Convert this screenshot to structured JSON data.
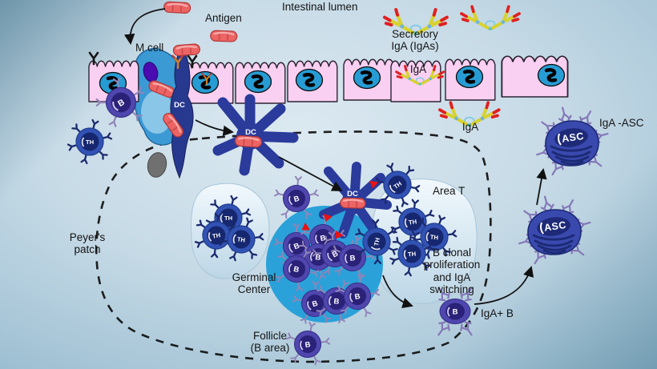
{
  "labels": {
    "intestinal_lumen": "Intestinal lumen",
    "antigen": "Antigen",
    "m_cell": "M cell",
    "secretory_iga_1": "Secretory",
    "secretory_iga_2": "IgA (IgAs)",
    "iga_transcytosis": "IgA",
    "iga_secreted": "IgA",
    "iga_asc": "IgA -ASC",
    "area_t": "Area T",
    "b_clonal_1": "B clonal",
    "b_clonal_2": "proliferation",
    "b_clonal_3": "and IgA",
    "b_clonal_4": "switching",
    "iga_positive_b": "IgA+ B",
    "peyers_1": "Peyer's",
    "peyers_2": "patch",
    "germinal_1": "Germinal",
    "germinal_2": "Center",
    "follicle_1": "Follicle",
    "follicle_2": "(B area)"
  },
  "cells": {
    "b": "B",
    "th": "TH",
    "dc": "DC",
    "asc": "ASC"
  },
  "colors": {
    "background_center": "#dce9f1",
    "background_edge": "#5d92ac",
    "epithelium": "#f9d0f1",
    "nucleus_blue": "#279cd4",
    "m_cell_blue": "#3b99d4",
    "dendritic_navy": "#27388f",
    "b_cell_purple": "#4f46ae",
    "th_cell_blue": "#3252b4",
    "asc_blue": "#3a49ae",
    "germinal_center_blue": "#2aa1d9",
    "antigen_red": "#ec6464",
    "iga_yellow": "#ded836",
    "iga_tip_red": "#e02020",
    "antibody_purple": "#8478b8",
    "text": "#141414"
  }
}
